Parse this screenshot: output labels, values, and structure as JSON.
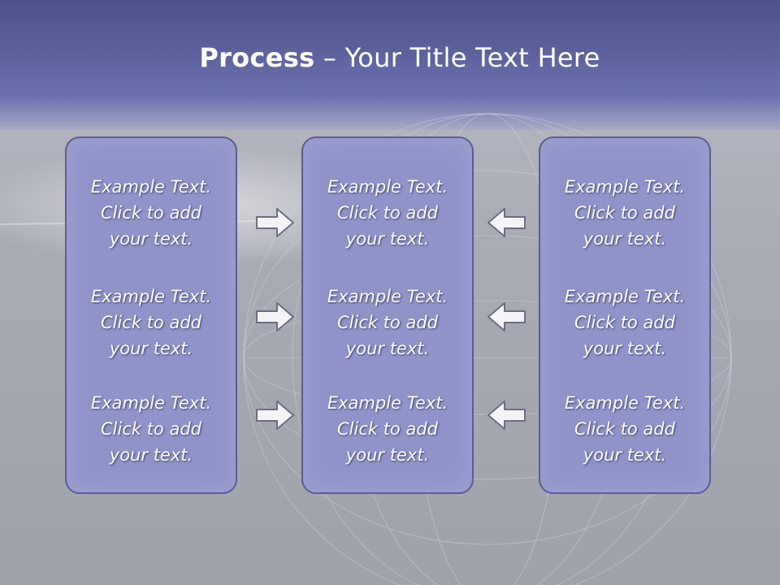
{
  "slide": {
    "title_bold": "Process",
    "title_rest": " – Your Title Text Here",
    "boxes": [
      {
        "items": [
          {
            "line1": "Example Text.",
            "line2": "Click  to add",
            "line3": "your text."
          },
          {
            "line1": "Example Text.",
            "line2": "Click  to add",
            "line3": "your text."
          },
          {
            "line1": "Example Text.",
            "line2": "Click  to add",
            "line3": "your text."
          }
        ]
      },
      {
        "items": [
          {
            "line1": "Example Text.",
            "line2": "Click  to add",
            "line3": "your text."
          },
          {
            "line1": "Example Text.",
            "line2": "Click  to add",
            "line3": "your text."
          },
          {
            "line1": "Example Text.",
            "line2": "Click  to add",
            "line3": "your text."
          }
        ]
      },
      {
        "items": [
          {
            "line1": "Example Text.",
            "line2": "Click  to add",
            "line3": "your text."
          },
          {
            "line1": "Example Text.",
            "line2": "Click  to add",
            "line3": "your text."
          },
          {
            "line1": "Example Text.",
            "line2": "Click  to add",
            "line3": "your text."
          }
        ]
      }
    ],
    "arrows": [
      "arrow-right-icon",
      "arrow-left-icon"
    ]
  },
  "colors": {
    "header": "#5f649e",
    "box_fill": "#8f93c8",
    "box_border": "#5a5d92",
    "text": "#ffffff"
  }
}
